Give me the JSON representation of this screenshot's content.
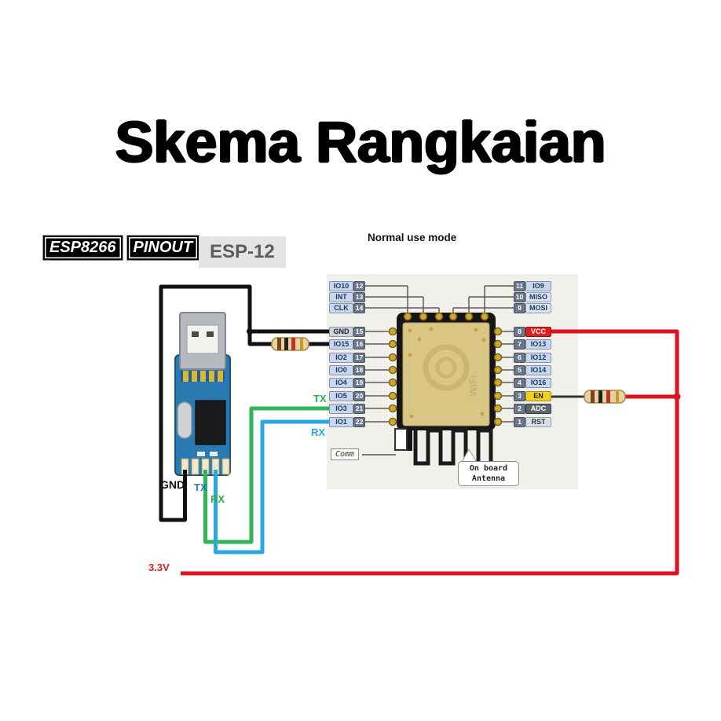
{
  "title": "Skema Rangkaian",
  "badges": {
    "esp8266": "ESP8266",
    "pinout": "PINOUT",
    "module": "ESP-12"
  },
  "mode_label": "Normal use mode",
  "pinout": {
    "top_left_pins": [
      {
        "name": "IO10",
        "num": "12",
        "style": "io"
      },
      {
        "name": "INT",
        "num": "13",
        "style": "io"
      },
      {
        "name": "CLK",
        "num": "14",
        "style": "io"
      }
    ],
    "top_right_pins": [
      {
        "name": "IO9",
        "num": "11",
        "style": "io"
      },
      {
        "name": "MISO",
        "num": "10",
        "style": "spi"
      },
      {
        "name": "MOSI",
        "num": "9",
        "style": "spi"
      }
    ],
    "left_pins": [
      {
        "name": "GND",
        "num": "15",
        "style": "gnd"
      },
      {
        "name": "IO15",
        "num": "16",
        "style": "io"
      },
      {
        "name": "IO2",
        "num": "17",
        "style": "io"
      },
      {
        "name": "IO0",
        "num": "18",
        "style": "io"
      },
      {
        "name": "IO4",
        "num": "19",
        "style": "io"
      },
      {
        "name": "IO5",
        "num": "20",
        "style": "io"
      },
      {
        "name": "IO3",
        "num": "21",
        "style": "io"
      },
      {
        "name": "IO1",
        "num": "22",
        "style": "io"
      }
    ],
    "right_pins": [
      {
        "name": "VCC",
        "num": "8",
        "style": "vcc"
      },
      {
        "name": "IO13",
        "num": "7",
        "style": "io"
      },
      {
        "name": "IO12",
        "num": "6",
        "style": "io"
      },
      {
        "name": "IO14",
        "num": "5",
        "style": "io"
      },
      {
        "name": "IO16",
        "num": "4",
        "style": "io"
      },
      {
        "name": "EN",
        "num": "3",
        "style": "en"
      },
      {
        "name": "ADC",
        "num": "2",
        "style": "adc"
      },
      {
        "name": "RST",
        "num": "1",
        "style": "rst"
      }
    ],
    "comm_label": "Comm",
    "antenna_label_line1": "On board",
    "antenna_label_line2": "Antenna"
  },
  "usb_adapter": {
    "gnd_label": "GND",
    "tx_label": "TX",
    "rx_label": "RX"
  },
  "wires": {
    "tx_label": "TX",
    "rx_label": "RX",
    "supply_label": "3.3V"
  },
  "colors": {
    "wire_black": "#111111",
    "wire_green": "#2fb457",
    "wire_blue": "#29a8e0",
    "wire_red": "#e01020",
    "vcc_bg": "#e02020",
    "en_bg": "#f2cf1f",
    "adc_bg": "#5a6570",
    "io_bg": "#c9d6ec",
    "num_bg": "#6b7889"
  }
}
